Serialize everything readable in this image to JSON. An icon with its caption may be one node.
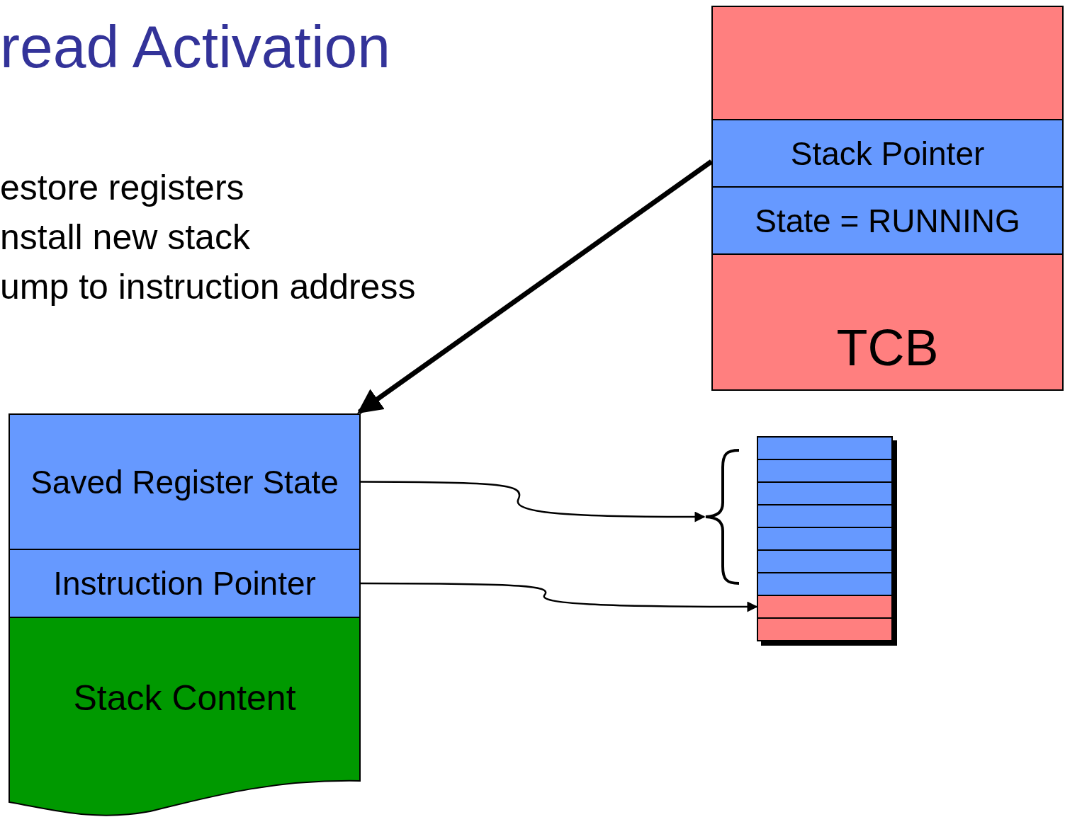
{
  "diagram": {
    "title": "read Activation",
    "nodes": [
      {
        "text": [
          "TCB"
        ]
      },
      {
        "text": [
          "Stack Pointer"
        ],
        "in": 0
      },
      {
        "text": [
          "State = RUNNING"
        ],
        "in": 0
      },
      {
        "text": [
          "Saved Register State"
        ]
      },
      {
        "text": [
          "Instruction Pointer"
        ]
      },
      {
        "text": [
          "Stack Content"
        ]
      },
      {
        "text": [],
        "shape": "bar"
      },
      {
        "text": [],
        "shape": "bar"
      },
      {
        "text": [],
        "shape": "bar"
      },
      {
        "text": [],
        "shape": "bar"
      },
      {
        "text": [],
        "shape": "bar"
      },
      {
        "text": [],
        "shape": "bar"
      },
      {
        "text": [],
        "shape": "bar"
      },
      {
        "text": [],
        "shape": "bar"
      },
      {
        "text": [],
        "shape": "bar"
      },
      {
        "text": [],
        "shape": "brace"
      }
    ],
    "edges": [
      {
        "from": 1,
        "to": 3,
        "arrow": "to",
        "style": "thick"
      },
      {
        "from": 3,
        "to": 15,
        "arrow": "to"
      },
      {
        "from": 4,
        "to": 13,
        "arrow": "to"
      }
    ],
    "labels": [
      "estore registers",
      "nstall new stack",
      "ump to instruction address"
    ]
  }
}
